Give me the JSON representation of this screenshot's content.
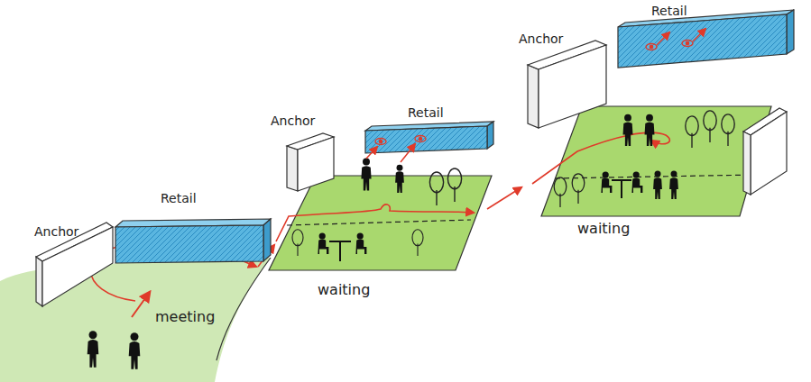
{
  "diagram": {
    "nodes": [
      {
        "text": [
          "Anchor"
        ]
      },
      {
        "text": [
          "Retail"
        ]
      },
      {
        "text": [
          "Anchor"
        ]
      },
      {
        "text": [
          "Retail"
        ]
      },
      {
        "text": [
          "Anchor"
        ]
      },
      {
        "text": [
          "Retail"
        ]
      }
    ],
    "labels": [
      "meeting",
      "waiting",
      "waiting"
    ]
  }
}
